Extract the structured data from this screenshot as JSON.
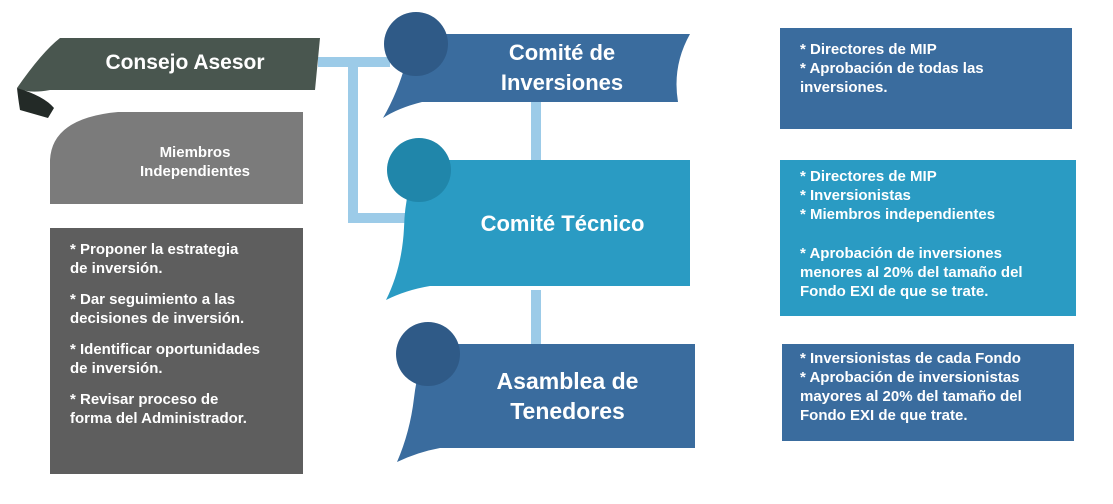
{
  "colors": {
    "dark_slate": "#49564f",
    "gray": "#7b7b7b",
    "dark_gray": "#5e5e5e",
    "navy_blue": "#3a6c9e",
    "teal": "#2a9bc3",
    "connector": "#9ccbe8"
  },
  "consejo": {
    "title": "Consejo Asesor"
  },
  "miembros": {
    "label": "Miembros\nIndependientes"
  },
  "responsabilidades": {
    "items": [
      "* Proponer la estrategia\nde inversión.",
      "* Dar seguimiento a las\ndecisiones de inversión.",
      "* Identificar oportunidades\nde inversión.",
      "* Revisar proceso de\nforma del Administrador."
    ]
  },
  "comite_inversiones": {
    "title": "Comité de\nInversiones",
    "details": [
      "* Directores de MIP",
      "* Aprobación de todas las\ninversiones."
    ]
  },
  "comite_tecnico": {
    "title": "Comité Técnico",
    "members": [
      "* Directores de MIP",
      "* Inversionistas",
      "* Miembros independientes"
    ],
    "approval": "* Aprobación de inversiones\nmenores al 20% del tamaño del\nFondo EXI de que se trate."
  },
  "asamblea": {
    "title": "Asamblea de\nTenedores",
    "details": [
      "* Inversionistas de cada Fondo",
      "* Aprobación de inversionistas\nmayores al 20% del tamaño del\nFondo EXI de que trate."
    ]
  }
}
